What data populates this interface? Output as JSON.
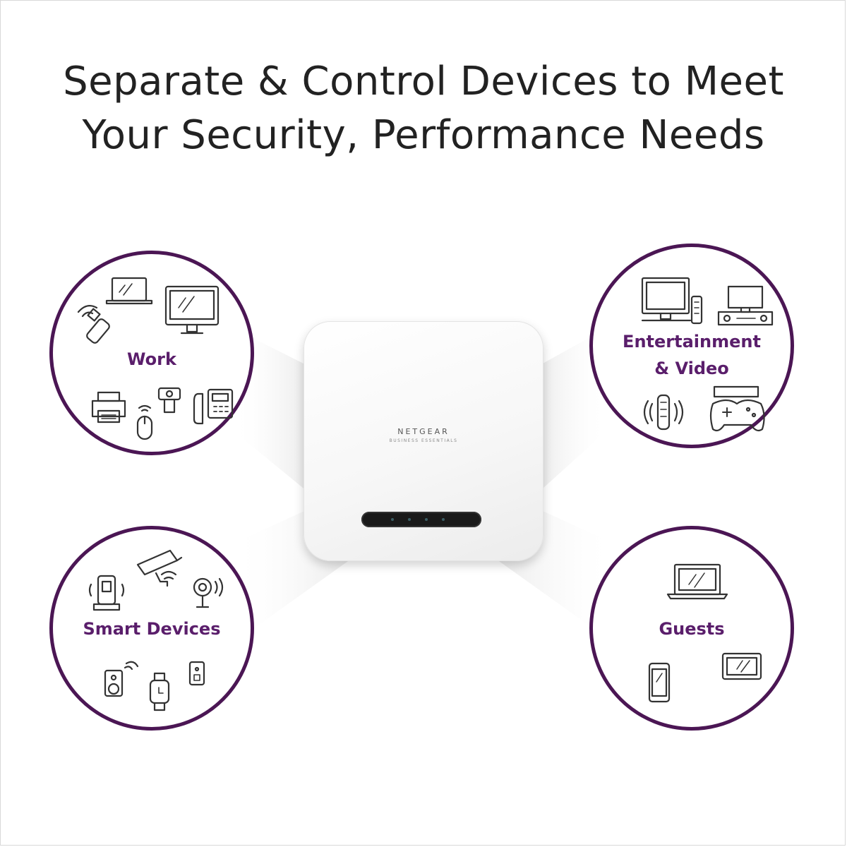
{
  "headline": {
    "line1": "Separate & Control Devices to Meet",
    "line2": "Your Security, Performance Needs"
  },
  "device": {
    "brand": "NETGEAR",
    "subtitle": "BUSINESS ESSENTIALS"
  },
  "groups": {
    "work": {
      "label": "Work",
      "icons": [
        "usb-wifi-adapter-icon",
        "laptop-icon",
        "desktop-monitor-icon",
        "printer-icon",
        "webcam-icon",
        "wireless-mouse-icon",
        "desk-phone-icon"
      ]
    },
    "entertainment": {
      "label_line1": "Entertainment",
      "label_line2": "& Video",
      "icons": [
        "tv-icon",
        "remote-icon",
        "home-theater-icon",
        "voice-remote-icon",
        "game-console-icon"
      ]
    },
    "smart": {
      "label": "Smart Devices",
      "icons": [
        "smart-lock-icon",
        "security-camera-icon",
        "smart-cam-icon",
        "speaker-icon",
        "smartwatch-icon",
        "smart-plug-icon"
      ]
    },
    "guests": {
      "label": "Guests",
      "icons": [
        "laptop-icon",
        "phone-icon",
        "tablet-icon"
      ]
    }
  },
  "colors": {
    "ring": "#4b1654",
    "label": "#5a1e6b",
    "text": "#222222"
  }
}
